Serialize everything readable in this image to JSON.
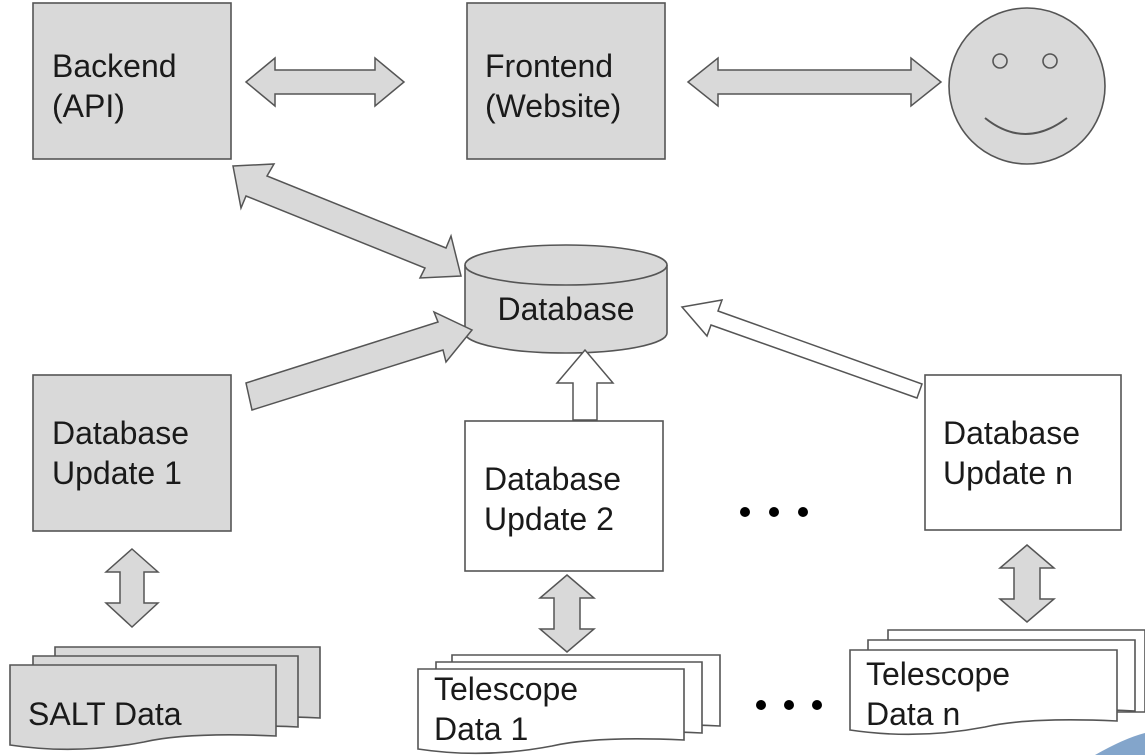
{
  "nodes": {
    "backend": {
      "line1": "Backend",
      "line2": "(API)"
    },
    "frontend": {
      "line1": "Frontend",
      "line2": "(Website)"
    },
    "database": {
      "label": "Database"
    },
    "update1": {
      "line1": "Database",
      "line2": "Update 1"
    },
    "update2": {
      "line1": "Database",
      "line2": "Update 2"
    },
    "updaten": {
      "line1": "Database",
      "line2": "Update n"
    },
    "salt": {
      "label": "SALT Data"
    },
    "telescope1": {
      "line1": "Telescope",
      "line2": "Data 1"
    },
    "telescopen": {
      "line1": "Telescope",
      "line2": "Data n"
    }
  },
  "colors": {
    "fill_gray": "#d9d9d9",
    "stroke": "#555555",
    "fill_white": "#ffffff"
  }
}
